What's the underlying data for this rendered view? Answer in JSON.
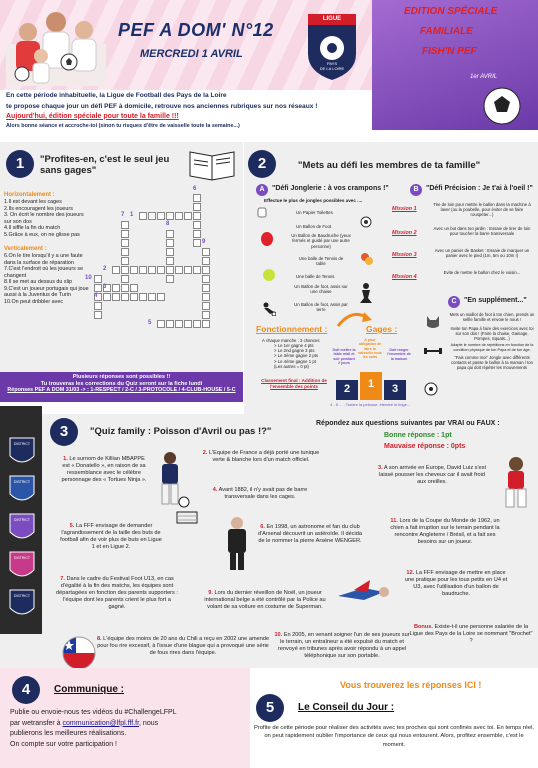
{
  "header": {
    "title": "PEF A DOM' N°12",
    "date": "MERCREDI 1 AVRIL",
    "edition": [
      "EDITION SPÉCIALE",
      "FAMILIALE",
      "FISH'N PEF"
    ],
    "logo_text": [
      "LIGUE",
      "PAYS",
      "DE LA LOIRE"
    ],
    "fish_caption": "1er AVRIL"
  },
  "intro": {
    "line1": "En cette période inhabituelle, la Ligue de Football des Pays de la Loire",
    "line2": "te propose chaque jour un défi PEF à domicile, retrouve nos anciennes rubriques sur nos réseaux !",
    "line3": "Aujourd'hui, édition spéciale pour toute la famille !!!",
    "line4": "Alors bonne séance et accroche-toi (sinon tu risques d'être de vaisselle toute la semaine...)"
  },
  "section1": {
    "number": "1",
    "title": "\"Profites-en, c'est le seul jeu sans gages\"",
    "horizontal_title": "Horizontalement :",
    "horizontal": [
      "1.Il est devant les cages",
      "2.Ils encouragent les joueurs",
      "3. On écrit le nombre des joueurs sur son dos",
      "4.Il siffle la fin du match",
      "5.Grâce à eux, on ne glisse pas"
    ],
    "vertical_title": "Verticalement :",
    "vertical": [
      "6.On le tire lorsqu'il y a une faute dans la surface de réparation",
      "7.C'est l'endroit où les joueurs se changent",
      "8.Il se met au dessus du slip",
      "9.C'est un joueur portugais qui joue aussi à la Juventus de Turin",
      "10.On peut dribbler avec"
    ],
    "footer_note": "Plusieurs réponses sont possibles !!",
    "footer_line2": "Tu trouveras les corrections du Quiz seront sur la fiche lundi",
    "footer_line3": "Réponses PEF A DOM 31/03 -> : 1-RESPECT / 2-C / 3-PROTOCOLE / 4-CLUB-HOUSE / 5-C",
    "grid_numbers": [
      "1",
      "2",
      "3",
      "4",
      "5",
      "6",
      "7",
      "8",
      "9",
      "10"
    ]
  },
  "section2": {
    "number": "2",
    "title": "\"Mets au défi les membres de ta famille\"",
    "a_letter": "A",
    "a_title": "\"Défi Jonglerie : à vos crampons !\"",
    "a_subtitle": "Effectue le plus de jongles possibles avec ....",
    "a_items": [
      "Un Papier Toilettes",
      "Un Ballon de Foot",
      "Un Ballon de Baudruche (yeux fermés et guidé par une autre personne)",
      "Une balle de Tennis de table",
      "Une balle de Tennis",
      "Un Ballon de foot, assis sur une chaise",
      "Un Ballon de foot, assis par terre"
    ],
    "missions": [
      "Mission 1",
      "Mission 2",
      "Mission 3",
      "Mission 4"
    ],
    "b_letter": "B",
    "b_title": "\"Défi Précision : Je t'ai à l'oeil !\"",
    "b_items": [
      "Tire de loin pour mettre le ballon dans la machine à laver (ou la poubelle, pour éviter de se faire rouspéter...)",
      "Avec un but dans ton jardin : Essaie de tirer de loin pour toucher la barre transversale",
      "Avec un panier de Basket : Essaie de marquer un panier avec le pied (1m, 5m ou 10m !)",
      "Evite de mettre le ballon chez le voisin..."
    ],
    "c_letter": "C",
    "c_title": "\"En supplément...\"",
    "c_items": [
      "Mets un maillot de foot à ton chien, prends un selfie famille et envoie le nous !",
      "Invite ton Papa à faire des exercices avec toi sur son dos ! (Faire la chaise, Gainage, Pompes, Squats...)",
      "Adapte le nombre de répétitions en fonction de la condition physique de ton Papa et de ton âge.",
      "\"Fais comme moi\" Jongle avec différents contacts et passe le ballon à ta maman / ton papa qui doit répéter les mouvements"
    ],
    "fonct_title": "Fonctionnement :",
    "fonct_items": [
      "A chaque manche : 3 chances",
      "> Le 1er gagne 4 pts",
      "> Le 2nd gagne 3 pts",
      "> Le 3ème gagne 2 pts",
      "> Le 4ème gagne 1 pt",
      "(Les autres = 0 pt)"
    ],
    "fonct_rank": "Classement final : Addition de l'ensemble des points",
    "gages_title": "Gages :",
    "gages": [
      "Doit mettre la table midi et soir pendant 2 jours",
      "A pour obligation de faire la vaisselle tous les soirs",
      "Doit ranger l'ensemble de la maison"
    ],
    "podium": [
      "2",
      "1",
      "3"
    ],
    "podium_note": "4 - 5 ... : Tondre la pelouse, étendre le linge..."
  },
  "section3": {
    "number": "3",
    "title": "\"Quiz family : Poisson d'Avril ou pas !?\"",
    "instr": "Répondez aux questions suivantes par VRAI ou FAUX :",
    "good": "Bonne réponse : 1pt",
    "bad": "Mauvaise réponse : 0pts",
    "q1": [
      "1.",
      "Le surnom de Killian MBAPPE est « Donatello », en raison de sa ressemblance avec le célèbre personnage des « Tortues Ninja »."
    ],
    "q2": [
      "2.",
      "L'Equipe de France a déjà porté une tunique verte & blanche lors d'un match officiel."
    ],
    "q3": [
      "3.",
      "A son arrivée en Europe, David Luiz s'est laissé pousser les cheveux car il avait froid aux oreilles."
    ],
    "q4": [
      "4.",
      "Avant 1882, il n'y avait pas de barre transversale dans les cages."
    ],
    "q5": [
      "5.",
      "La FFF envisage de demander l'agrandissement de la taille des buts de football afin de voir plus de buts en Ligue 1 et en Ligue 2."
    ],
    "q6": [
      "6.",
      "En 1998, un astronome et fan du club d'Arsenal découvrit un astéroïde. Il décida de le nommer la pierre Arsène WENGER."
    ],
    "q7": [
      "7.",
      "Dans le cadre du Festival Foot U13, en cas d'égalité à la fin des matchs, les équipes sont départagées en fonction des parents supporters : l'équipe dont les parents crient le plus fort a gagné."
    ],
    "q8": [
      "8.",
      "L'équipe des moins de 20 ans du Chili a reçu en 2002 une amende pour fou rire excessif, à l'issue d'une blague qui a provoqué une série de fous rires dans l'équipe."
    ],
    "q9": [
      "9.",
      "Lors du dernier réveillon de Noël, un joueur international belge a été contrôlé par la Police au volant de sa voiture en costume de Superman."
    ],
    "q10": [
      "10.",
      "En 2005, en venant soigner l'un de ses joueurs sur le terrain, un entraîneur a été expulsé du match et renvoyé en tribunes après avoir répondu à un appel téléphonique sur son portable."
    ],
    "q11": [
      "11.",
      "Lors de la Coupe du Monde de 1962, un chien a fait irruption sur le terrain pendant la rencontre Angleterre / Brésil, et a fait ses besoins sur un joueur."
    ],
    "q12": [
      "12.",
      "La FFF envisage de mettre en place une pratique pour les tous petits en U4 et U3, avec l'utilisation d'un ballon de baudruche."
    ],
    "bonus": [
      "Bonus.",
      "Existe-t-il une personne salariée de la Ligue des Pays de la Loire se nommant \"Brochet\" ?"
    ]
  },
  "section4": {
    "number": "4",
    "title": "Communique :",
    "line1": "Publie ou envoie-nous tes vidéos du #ChallengeLFPL",
    "line2_pre": "par wetransfer à ",
    "email": "communication@lfpl.fff.fr",
    "line2_post": ", nous",
    "line3": "publierons les meilleures réalisations.",
    "line4": "On compte sur votre participation !"
  },
  "answers_banner": "Vous trouverez les réponses ICI !",
  "section5": {
    "number": "5",
    "title": "Le Conseil du Jour :",
    "text": "Profite de cette période pour réaliser des activités avec tes proches qui sont confinés avec toi. En temps réel, on peut rapidement oublier l'importance de ceux qui nous entourent. Alors, profitez ensemble, c'est le moment."
  },
  "sidebar_badges": [
    "DISTRICT",
    "DISTRICT",
    "DISTRICT",
    "DISTRICT",
    "DISTRICT"
  ],
  "colors": {
    "navy": "#1d2b5e",
    "red": "#d21e2b",
    "purple": "#7a4cc0",
    "orange": "#f08a16"
  }
}
